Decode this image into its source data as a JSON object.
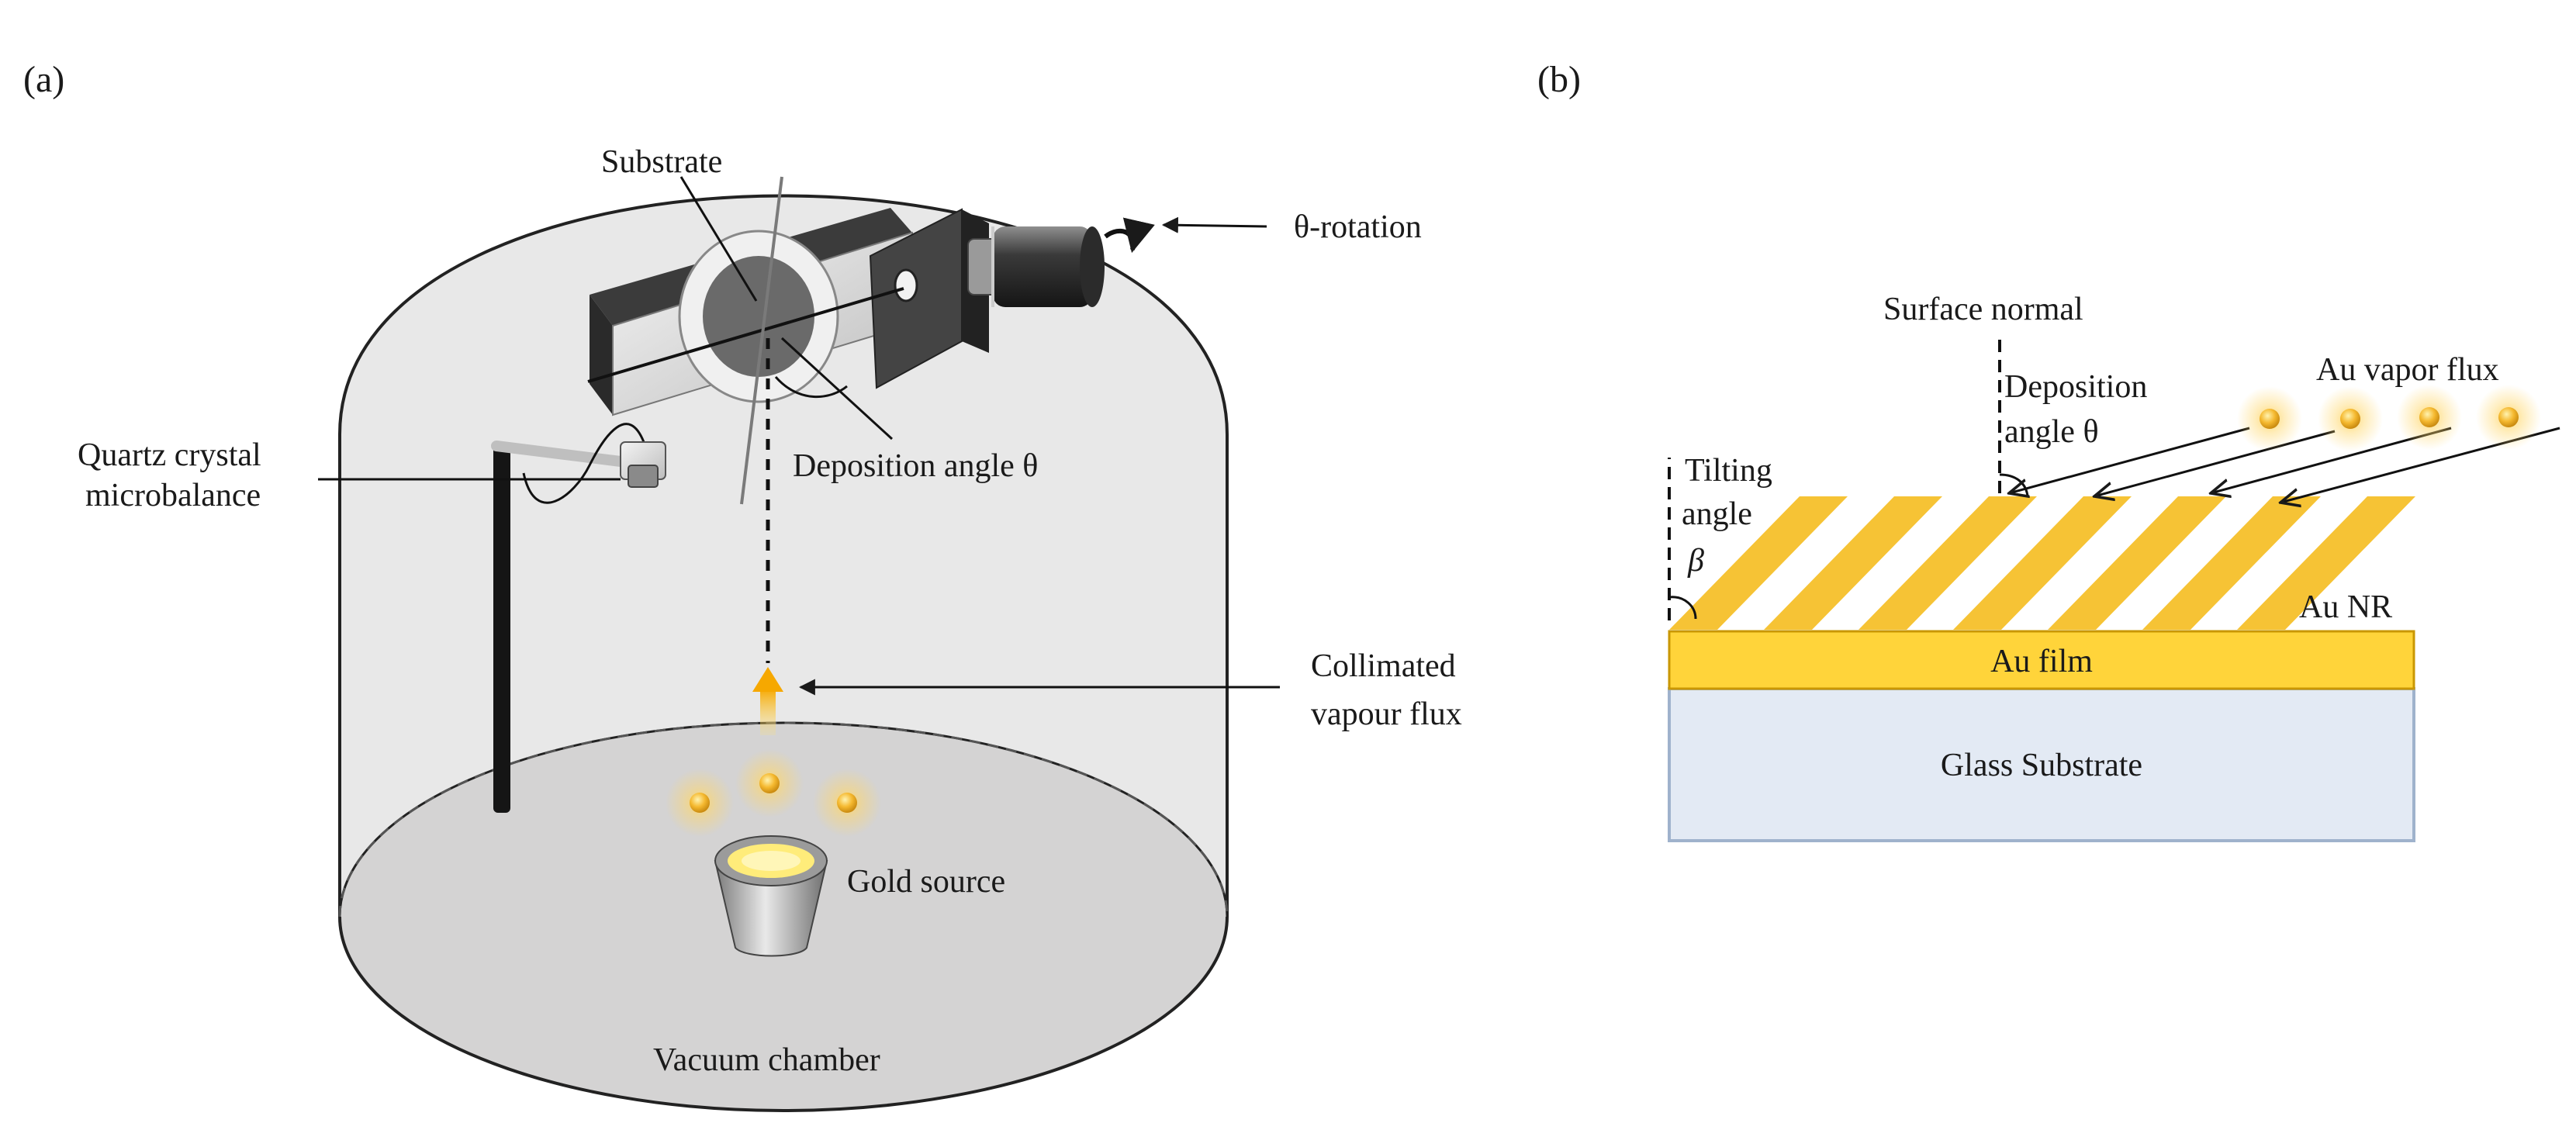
{
  "panel_a": {
    "tag": "(a)",
    "labels": {
      "substrate": "Substrate",
      "rotation": "θ-rotation",
      "qcm_line1": "Quartz crystal",
      "qcm_line2": "microbalance",
      "deposition_angle": "Deposition angle θ",
      "collimated_line1": "Collimated",
      "collimated_line2": "vapour flux",
      "gold_source": "Gold source",
      "vacuum_chamber": "Vacuum chamber"
    }
  },
  "panel_b": {
    "tag": "(b)",
    "labels": {
      "surface_normal": "Surface normal",
      "deposition_line1": "Deposition",
      "deposition_line2": "angle θ",
      "vapor_flux": "Au vapor flux",
      "tilting_line1": "Tilting",
      "tilting_line2": "angle",
      "beta": "β",
      "au_nr": "Au NR",
      "au_film": "Au film",
      "glass_substrate": "Glass Substrate"
    }
  },
  "colors": {
    "gold": "#f6c335",
    "gold_glow": "#ffd76a",
    "chamber_fill": "#e8e8e8",
    "floor_fill": "#d4d3d3",
    "glass": "#e3eaf4",
    "dark_metal": "#4a4a4a"
  }
}
